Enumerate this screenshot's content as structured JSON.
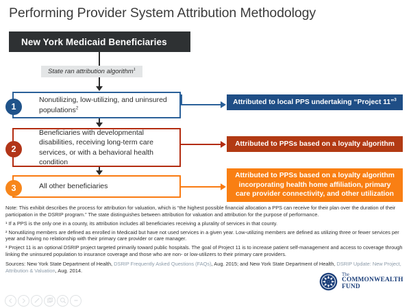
{
  "page": {
    "title": "Performing Provider System Attribution Methodology"
  },
  "colors": {
    "header_box": "#2e3133",
    "blue": "#1f4e86",
    "blue_border": "#2a6099",
    "red": "#b23a13",
    "red_border": "#b32c10",
    "orange": "#f97f13",
    "orange_border": "#f97a10",
    "pill_gray": "#e3e5e6",
    "logo_blue": "#1c3f7a"
  },
  "flow": {
    "header_box_label": "New York Medicaid Beneficiaries",
    "algorithm_label": "State ran attribution algorithm",
    "algorithm_footnote_marker": "1",
    "rows": [
      {
        "number": "1",
        "category_text": "Nonutilizing, low-utilizing, and uninsured populations",
        "category_footnote_marker": "2",
        "result_text": "Attributed to local PPS undertaking “Project 11”",
        "result_footnote_marker": "3"
      },
      {
        "number": "2",
        "category_text": "Beneficiaries with developmental disabilities, receiving long-term care services, or with a behavioral health condition",
        "category_footnote_marker": "",
        "result_text": "Attributed to PPSs based on a loyalty algorithm",
        "result_footnote_marker": ""
      },
      {
        "number": "3",
        "category_text": "All other beneficiaries",
        "category_footnote_marker": "",
        "result_text": "Attributed to PPSs based on a loyalty algorithm incorporating health home affiliation, primary care provider connectivity, and other utilization",
        "result_footnote_marker": ""
      }
    ]
  },
  "notes": {
    "note": "Note: This exhibit describes the process for attribution for valuation, which is “the highest possible financial allocation a PPS can receive for their plan over the duration of their participation in the DSRIP program.” The state distinguishes between attribution for valuation and attribution for the purpose of performance.",
    "footnote1": "¹ If a PPS is the only one in a county, its attribution includes all beneficiaries receiving a plurality of services in that county.",
    "footnote2": "² Nonutilizing members are defined as enrolled in Medicaid but have not used services in a given year. Low-utilizing members are defined as utilizing three or fewer services per year and having no relationship with their primary care provider or care manager.",
    "footnote3": "³ Project 11 is an optional DSRIP project targeted primarily toward public hospitals. The goal of Project 11 is to increase patient self-management and access to coverage through linking the uninsured population to insurance coverage and those who are non- or low-utilizers to their primary care providers.",
    "sources_prefix": "Sources: New York State Department of Health, ",
    "sources_italic1": "DSRIP Frequently Asked Questions (FAQs)",
    "sources_mid": ", Aug. 2015; and New York State Department of Health, ",
    "sources_italic2": "DSRIP Update: New Project, Attribution & Valuation",
    "sources_suffix": ", Aug. 2014."
  },
  "logo": {
    "line1": "The",
    "line2": "COMMONWEALTH",
    "line3": "FUND"
  },
  "toolbar": {
    "buttons": [
      {
        "name": "back-icon",
        "label": "Back"
      },
      {
        "name": "forward-icon",
        "label": "Forward"
      },
      {
        "name": "pencil-icon",
        "label": "Edit"
      },
      {
        "name": "copy-icon",
        "label": "Copy"
      },
      {
        "name": "search-icon",
        "label": "Zoom"
      },
      {
        "name": "minus-icon",
        "label": "Zoom out"
      }
    ]
  }
}
